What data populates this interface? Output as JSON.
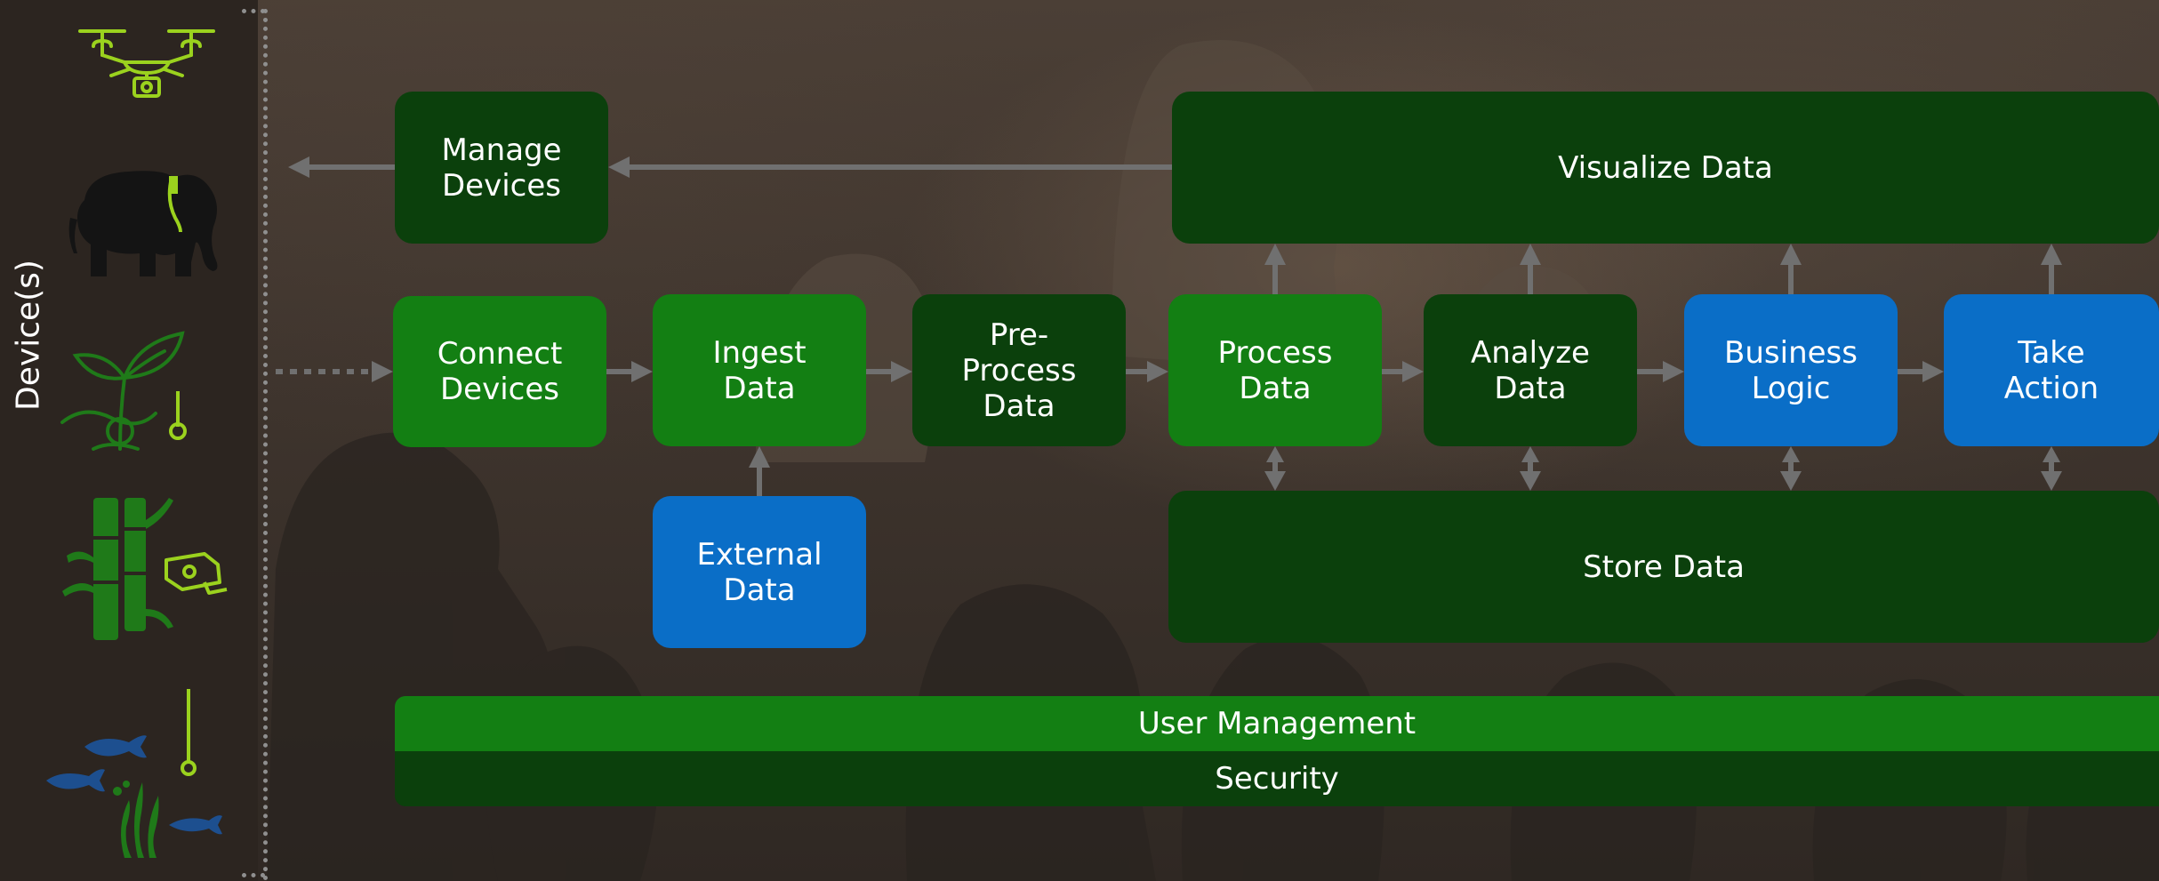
{
  "sidebar": {
    "title": "Device(s)",
    "icons": [
      "drone-icon",
      "collared-elephant-icon",
      "plant-sensor-icon",
      "camera-trap-icon",
      "underwater-sensor-icon"
    ]
  },
  "boxes": {
    "manage_devices": "Manage\nDevices",
    "connect_devices": "Connect\nDevices",
    "ingest_data": "Ingest\nData",
    "pre_process_data": "Pre-\nProcess\nData",
    "process_data": "Process\nData",
    "analyze_data": "Analyze\nData",
    "business_logic": "Business\nLogic",
    "take_action": "Take\nAction",
    "external_data": "External\nData",
    "visualize_data": "Visualize Data",
    "store_data": "Store Data"
  },
  "bars": {
    "user_management": "User Management",
    "security": "Security"
  },
  "colors": {
    "dark_green": "#0b400c",
    "bright_green": "#137f13",
    "blue": "#0a6ec7",
    "icon_lime": "#9bd21e",
    "icon_green": "#1f7a19",
    "fish_blue": "#1d4f8f",
    "arrow_gray": "#707070"
  }
}
